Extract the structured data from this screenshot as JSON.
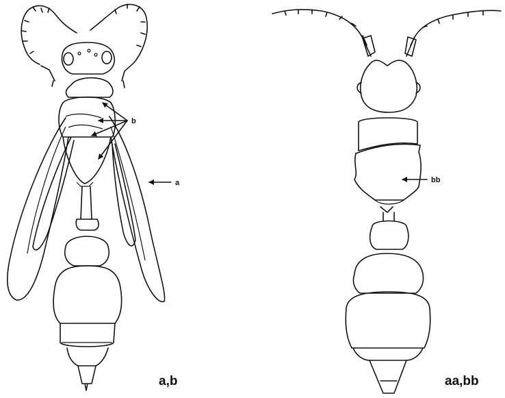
{
  "figure": {
    "left_specimen": {
      "label_a": "a",
      "label_b": "b",
      "caption": "a,b"
    },
    "right_specimen": {
      "label_bb": "bb",
      "caption": "aa,bb"
    },
    "colors": {
      "ink": "#111111",
      "background": "#ffffff"
    }
  }
}
